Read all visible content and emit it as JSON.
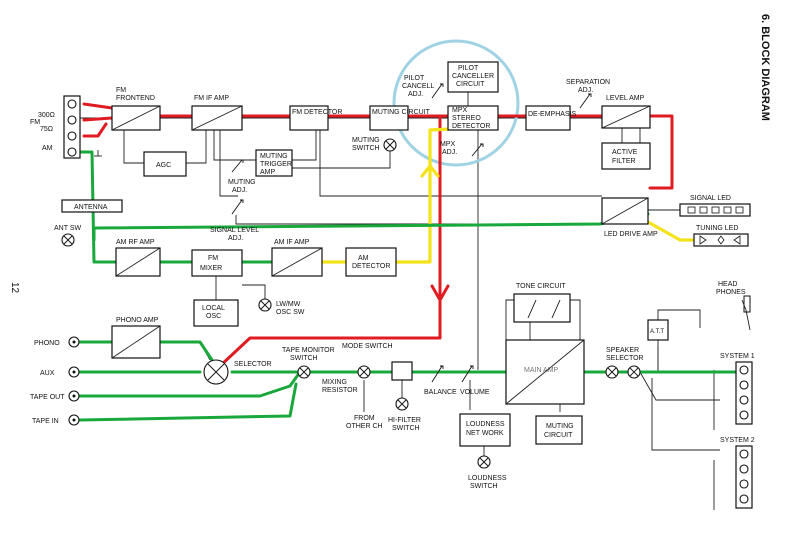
{
  "title": "6. BLOCK DIAGRAM",
  "page_number": "12",
  "colors": {
    "red": "#e11b22",
    "green": "#19a83c",
    "yellow": "#f4e21a",
    "circle": "#9fd3e4"
  },
  "antenna": {
    "fm300": "300Ω",
    "fm": "FM",
    "fm75": "75Ω",
    "am": "AM",
    "antenna_label": "ANTENNA",
    "ant_sw": "ANT SW"
  },
  "blocks": {
    "fm_frontend": [
      "FM",
      "FRONTEND"
    ],
    "fm_if_amp": "FM IF AMP",
    "fm_detector": "FM DETECTOR",
    "muting_circuit": "MUTING CIRCUIT",
    "pilot_canceller": [
      "PILOT",
      "CANCELLER",
      "CIRCUIT"
    ],
    "pilot_cancell_adj": [
      "PILOT",
      "CANCELL",
      "ADJ."
    ],
    "mpx_stereo": [
      "MPX",
      "STEREO",
      "DETECTOR"
    ],
    "de_emphasis": "DE-EMPHASIS",
    "separation_adj": [
      "SEPARATION",
      "ADJ."
    ],
    "level_amp": "LEVEL AMP",
    "active_filter": [
      "ACTIVE",
      "FILTER"
    ],
    "agc": "AGC",
    "muting_trigger": [
      "MUTING",
      "TRIGGER",
      "AMP"
    ],
    "muting_adj": [
      "MUTING",
      "ADJ."
    ],
    "muting_switch": [
      "MUTING",
      "SWITCH"
    ],
    "mpx_adj": [
      "MPX",
      "ADJ."
    ],
    "signal_led": "SIGNAL LED",
    "led_drive_amp": "LED DRIVE AMP",
    "tuning_led": "TUNING LED",
    "signal_level_adj": [
      "SIGNAL LEVEL",
      "ADJ."
    ],
    "am_rf_amp": "AM RF AMP",
    "fm_mixer": [
      "FM",
      "MIXER"
    ],
    "am_if_amp": "AM IF AMP",
    "am_detector": [
      "AM",
      "DETECTOR"
    ],
    "local_osc": [
      "LOCAL",
      "OSC"
    ],
    "lw_mw_osc_sw": [
      "LW/MW",
      "OSC SW"
    ],
    "phono_amp": "PHONO AMP",
    "selector": "SELECTOR",
    "tape_monitor_switch": [
      "TAPE MONITOR",
      "SWITCH"
    ],
    "mixing_resistor": [
      "MIXING",
      "RESISTOR"
    ],
    "mode_switch": "MODE SWITCH",
    "from_other_ch": [
      "FROM",
      "OTHER CH"
    ],
    "hi_filter_switch": [
      "HI-FILTER",
      "SWITCH"
    ],
    "balance": "BALANCE",
    "volume": "VOLUME",
    "tone_circuit": "TONE CIRCUIT",
    "main_amp": "MAIN AMP",
    "muting_circuit_2": [
      "MUTING",
      "CIRCUIT"
    ],
    "loudness_network": [
      "LOUDNESS",
      "NET WORK"
    ],
    "loudness_switch": [
      "LOUDNESS",
      "SWITCH"
    ],
    "speaker_selector": [
      "SPEAKER",
      "SELECTOR"
    ],
    "att": "A.T.T",
    "head_phones": [
      "HEAD",
      "PHONES"
    ],
    "system1": "SYSTEM 1",
    "system2": "SYSTEM 2"
  },
  "inputs": [
    "PHONO",
    "AUX",
    "TAPE OUT",
    "TAPE IN"
  ]
}
